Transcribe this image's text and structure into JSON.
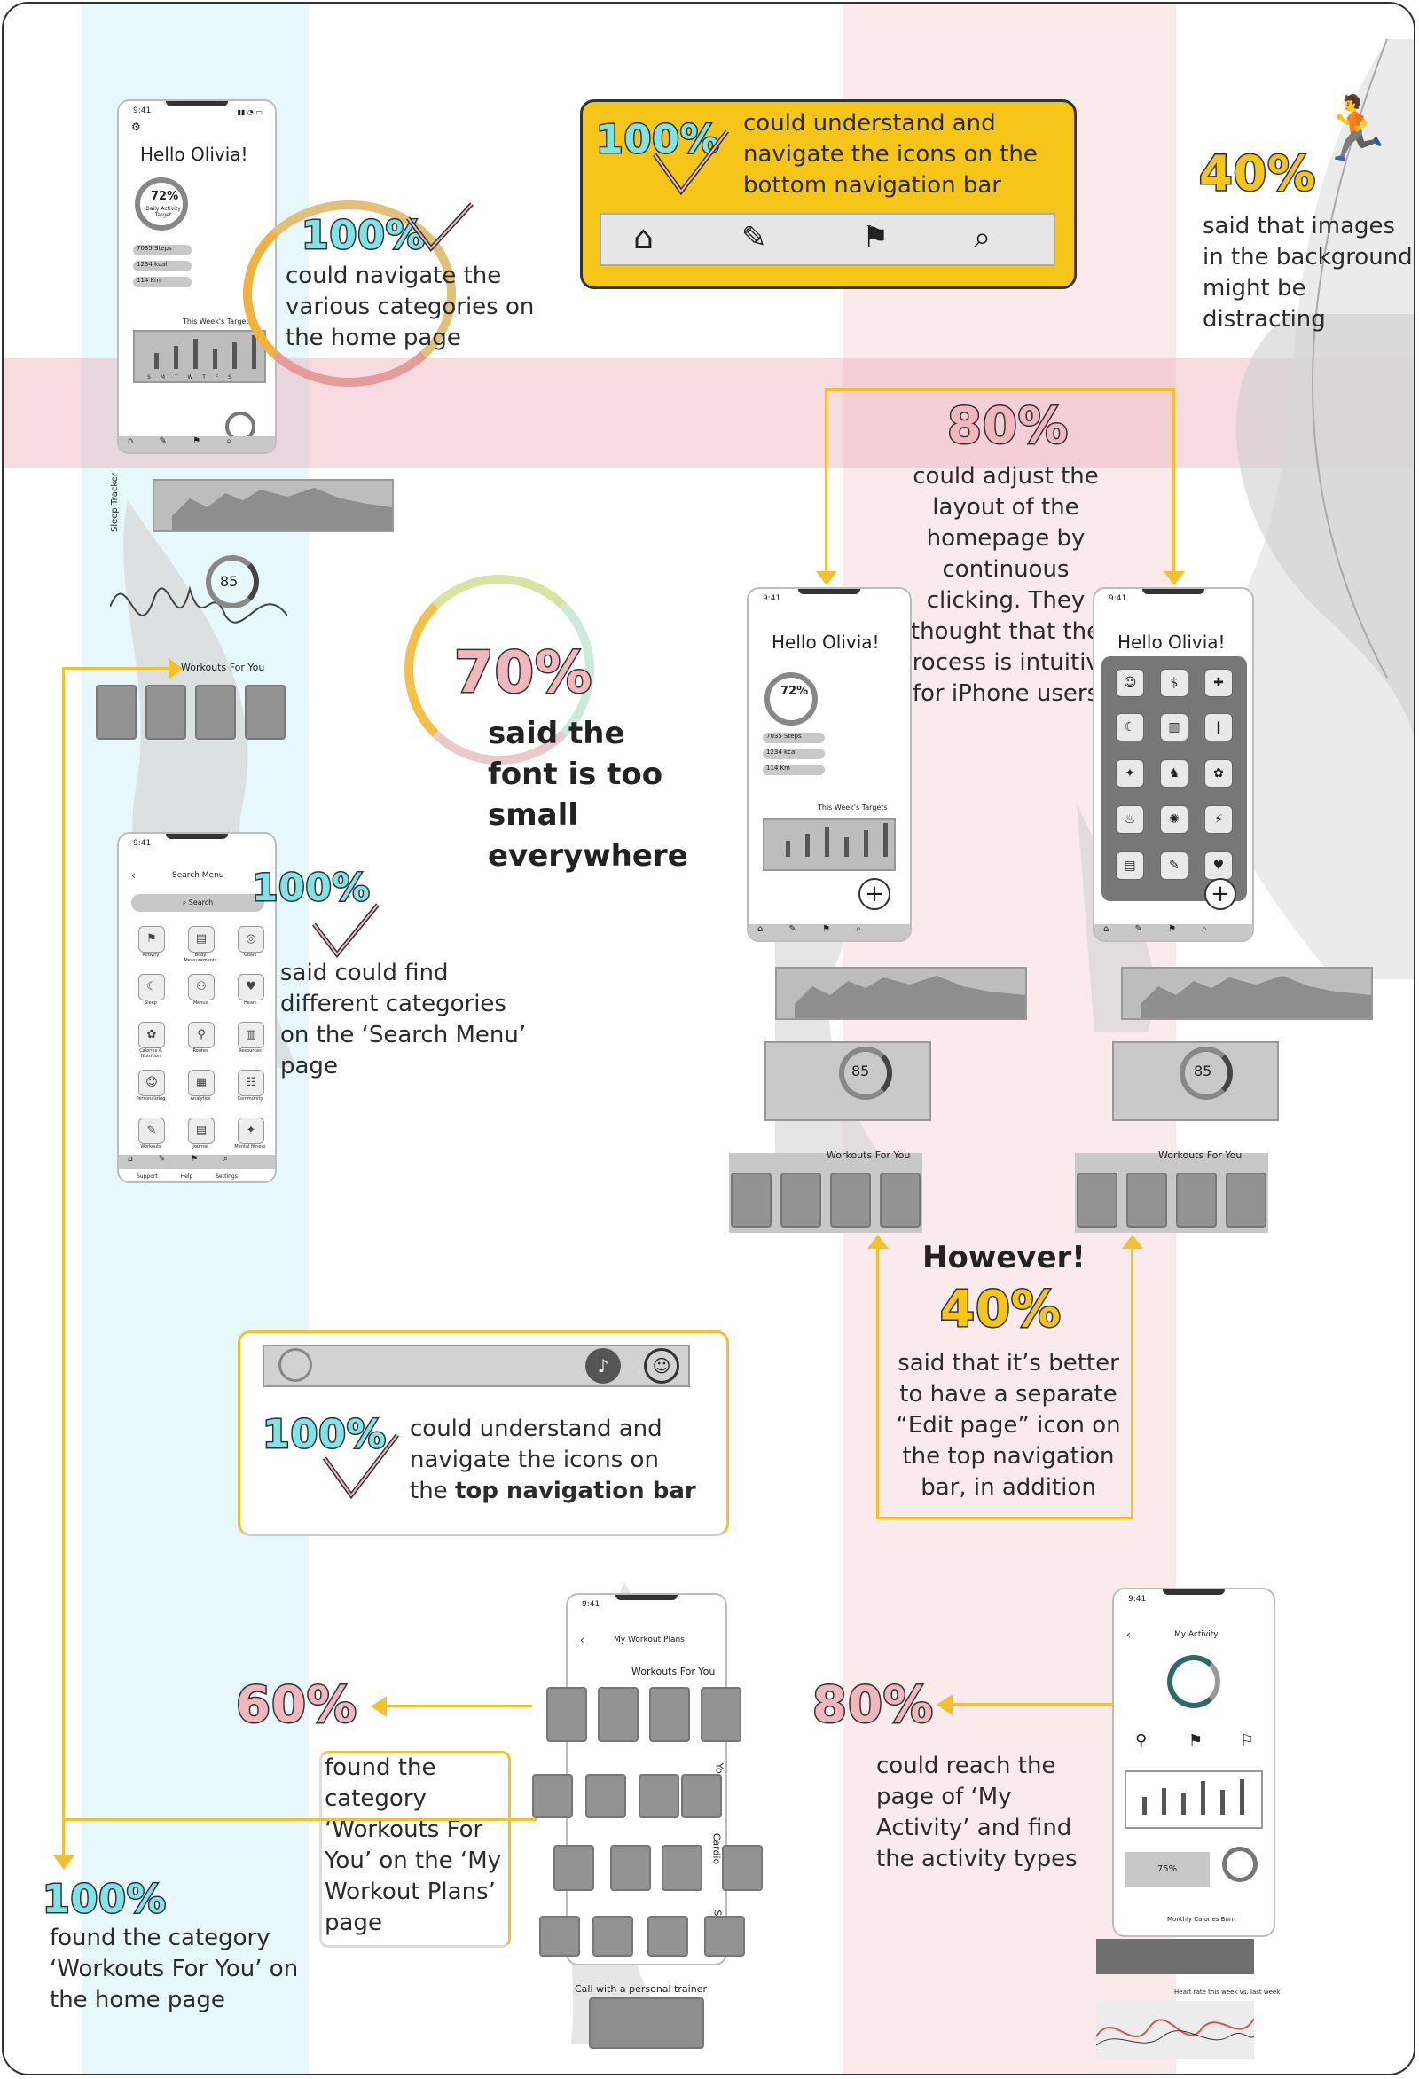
{
  "phones": {
    "time": "9:41",
    "greeting": "Hello Olivia!",
    "daily_percent": "72%",
    "daily_label": "Daily Activity Target",
    "steps": "7035 Steps",
    "kcal": "1234 kcal",
    "km": "114 Km",
    "week_targets": "This Week's Targets",
    "weekdays": "S M T W T F S",
    "sleep_tracker": "Sleep Tracker",
    "score": "85",
    "workouts_for_you": "Workouts For You",
    "search_menu_title": "Search Menu",
    "search_placeholder": "Search",
    "search_categories": [
      "Activity",
      "Body Measurements",
      "Goals",
      "Sleep",
      "Menus",
      "Heart",
      "Calories & Nutrition",
      "Routes",
      "Resources",
      "Personalizing",
      "Analytics",
      "Community",
      "Workouts",
      "Journal",
      "Mental fitness"
    ],
    "search_footer": [
      "Support",
      "Help",
      "Settings"
    ],
    "workout_plans_title": "My Workout Plans",
    "yoga": "Yoga",
    "cardio": "Cardio",
    "stretch": "Stre",
    "call_trainer": "Call with a personal trainer",
    "my_activity_title": "My Activity",
    "activity_percent": "75%",
    "monthly_calories": "Monthly Calories Burn",
    "heart_rate": "Heart rate this week vs. last week"
  },
  "findings": {
    "f1": {
      "percent": "100%",
      "text": "could navigate the various categories on the  home page"
    },
    "f2": {
      "percent": "100%",
      "text": "could understand and navigate the icons on the bottom navigation bar"
    },
    "f3": {
      "percent": "40%",
      "text": "said that images in the background might be distracting"
    },
    "f4": {
      "percent": "80%",
      "text": "could adjust the layout of the homepage by continuous clicking. They thought that the process is intuitive for iPhone users"
    },
    "f5": {
      "percent": "70%",
      "text": "said the font is too small everywhere"
    },
    "f6": {
      "percent": "100%",
      "text": "said could find different categories on the ‘Search Menu’ page"
    },
    "f7": {
      "heading": "However!",
      "percent": "40%",
      "text": "said that it’s better to have a separate “Edit page” icon on the top navigation bar, in addition"
    },
    "f8": {
      "percent": "100%",
      "text_start": "could understand and navigate the icons on the ",
      "text_bold": "top navigation bar"
    },
    "f9": {
      "percent": "60%",
      "text": "found the category ‘Workouts For You’ on the ‘My Workout Plans’ page"
    },
    "f10": {
      "percent": "80%",
      "text": "could reach the page of ‘My Activity’ and find the activity types"
    },
    "f11": {
      "percent": "100%",
      "text": "found the category ‘Workouts For You’ on the home page"
    }
  },
  "colors": {
    "accent": "#f5c518",
    "cyan": "#7fe3e8",
    "pink": "#f1b7bd",
    "band_blue": "#e6f8fc",
    "band_pink": "#fbeaec"
  }
}
